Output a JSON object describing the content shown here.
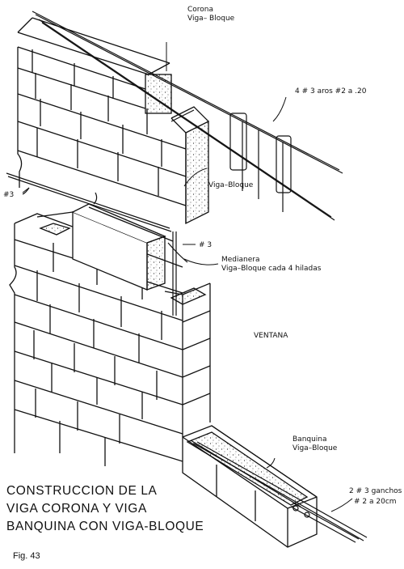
{
  "labels": {
    "corona_name": "Corona",
    "corona_sub": "Viga– Bloque",
    "bars_top": "4 # 3 aros #2 a .20",
    "viga_bloque": "Viga–Bloque",
    "bar_left": "#3",
    "bar_mid": "# 3",
    "medianera_name": "Medianera",
    "medianera_sub": "Viga–Bloque cada 4 hiladas",
    "ventana": "VENTANA",
    "banquina_name": "Banquina",
    "banquina_sub": "Viga–Bloque",
    "ganchos_line1": "2 # 3 ganchos",
    "ganchos_line2": "# 2 a 20cm"
  },
  "title": {
    "line1": "CONSTRUCCION DE LA",
    "line2": "VIGA CORONA Y VIGA",
    "line3": "BANQUINA CON VIGA-BLOQUE"
  },
  "figure_label": "Fig. 43"
}
